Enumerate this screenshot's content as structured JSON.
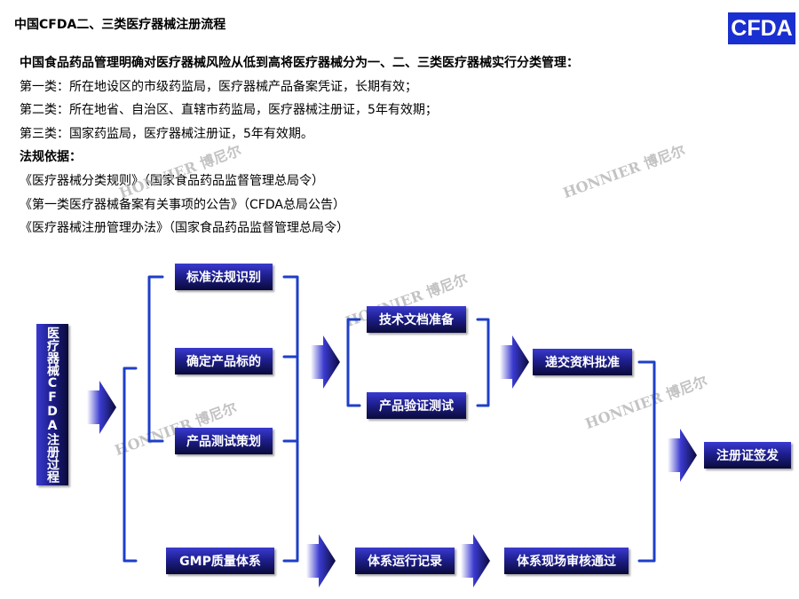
{
  "header": {
    "title": "中国CFDA二、三类医疗器械注册流程",
    "logo": "CFDA"
  },
  "intro": {
    "lines": [
      "中国食品药品管理明确对医疗器械风险从低到高将医疗器械分为一、二、三类医疗器械实行分类管理：",
      "第一类：所在地设区的市级药监局，医疗器械产品备案凭证，长期有效；",
      "第二类：所在地省、自治区、直辖市药监局，医疗器械注册证，5年有效期；",
      "第三类：国家药监局，医疗器械注册证，5年有效期。",
      "法规依据：",
      "《医疗器械分类规则》（国家食品药品监督管理总局令）",
      "《第一类医疗器械备案有关事项的公告》（CFDA总局公告）",
      "《医疗器械注册管理办法》（国家食品药品监督管理总局令）"
    ]
  },
  "watermark": "HONNIER 博尼尔",
  "flow": {
    "start": "医疗器械CFDA注册过程",
    "step_standards": "标准法规识别",
    "step_product": "确定产品标的",
    "step_test_plan": "产品测试策划",
    "step_gmp": "GMP质量体系",
    "step_tech_docs": "技术文档准备",
    "step_verification": "产品验证测试",
    "step_submit": "递交资料批准",
    "step_records": "体系运行记录",
    "step_audit": "体系现场审核通过",
    "end": "注册证签发"
  },
  "colors": {
    "box_dark": "#0a0a3a",
    "box_mid": "#1e1f8e",
    "bracket": "#1e3fc8",
    "logo_blue": "#1a2fd0"
  }
}
